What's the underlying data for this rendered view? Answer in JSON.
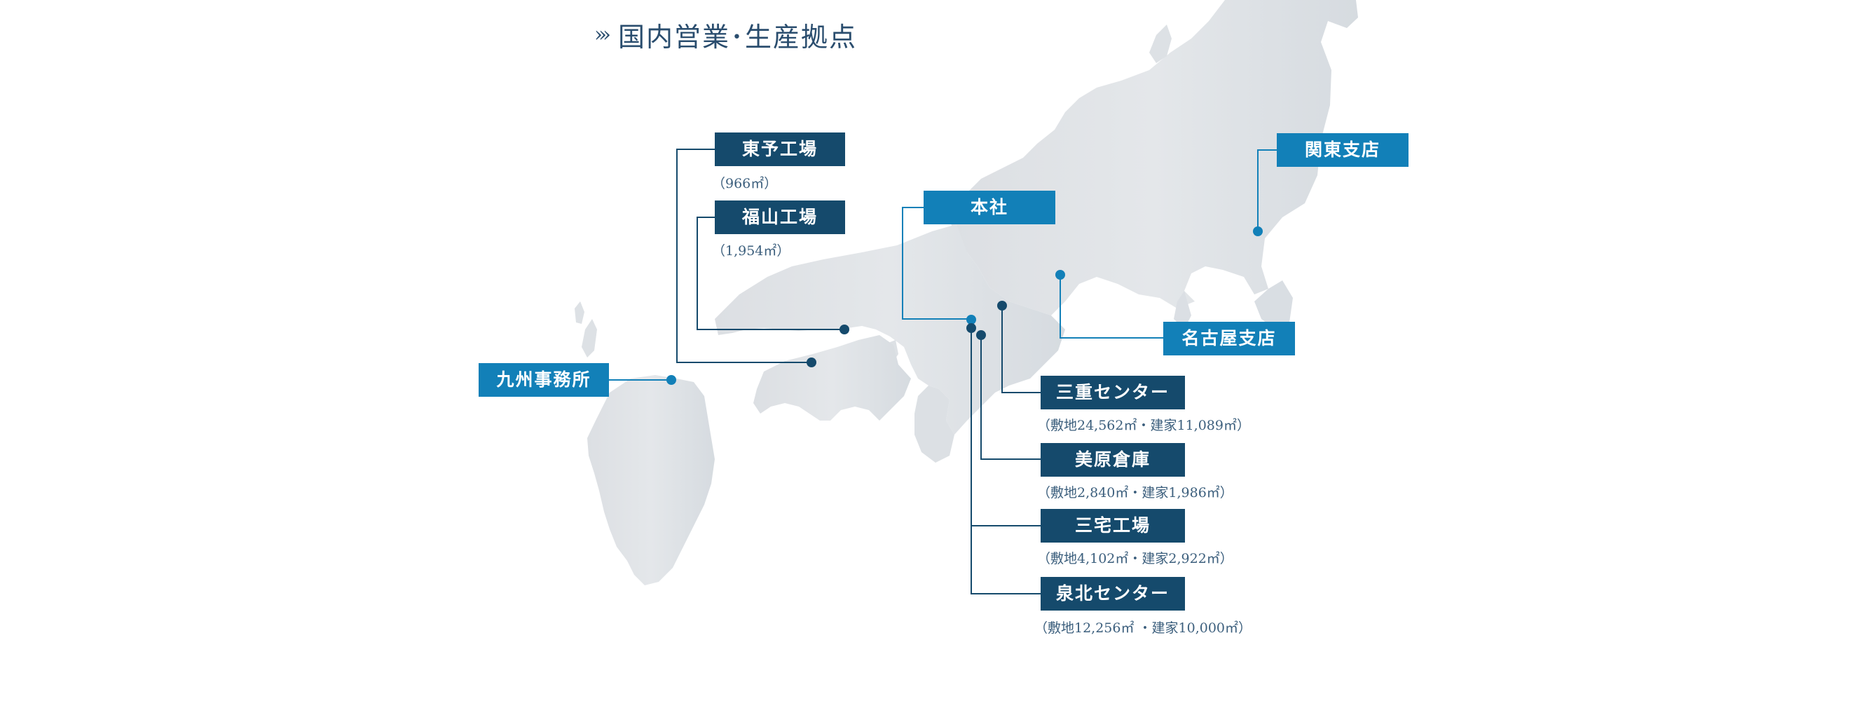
{
  "heading": {
    "chevrons": "›››",
    "title": "国内営業･生産拠点"
  },
  "colors": {
    "dark_label": "#154a6c",
    "light_label": "#1280b8",
    "land": "#dfe3e7",
    "heading": "#2a4d6e"
  },
  "locations": {
    "toyo": {
      "name": "東予工場",
      "area": "（966㎡）",
      "style": "dark"
    },
    "fukuyama": {
      "name": "福山工場",
      "area": "（1,954㎡）",
      "style": "dark"
    },
    "honsha": {
      "name": "本社",
      "style": "light"
    },
    "kanto": {
      "name": "関東支店",
      "style": "light"
    },
    "nagoya": {
      "name": "名古屋支店",
      "style": "light"
    },
    "kyushu": {
      "name": "九州事務所",
      "style": "light"
    },
    "mie": {
      "name": "三重センター",
      "area": "（敷地24,562㎡・建家11,089㎡）",
      "style": "dark"
    },
    "mihara": {
      "name": "美原倉庫",
      "area": "（敷地2,840㎡・建家1,986㎡）",
      "style": "dark"
    },
    "miyake": {
      "name": "三宅工場",
      "area": "（敷地4,102㎡・建家2,922㎡）",
      "style": "dark"
    },
    "senboku": {
      "name": "泉北センター",
      "area": "（敷地12,256㎡ ・建家10,000㎡）",
      "style": "dark"
    }
  }
}
